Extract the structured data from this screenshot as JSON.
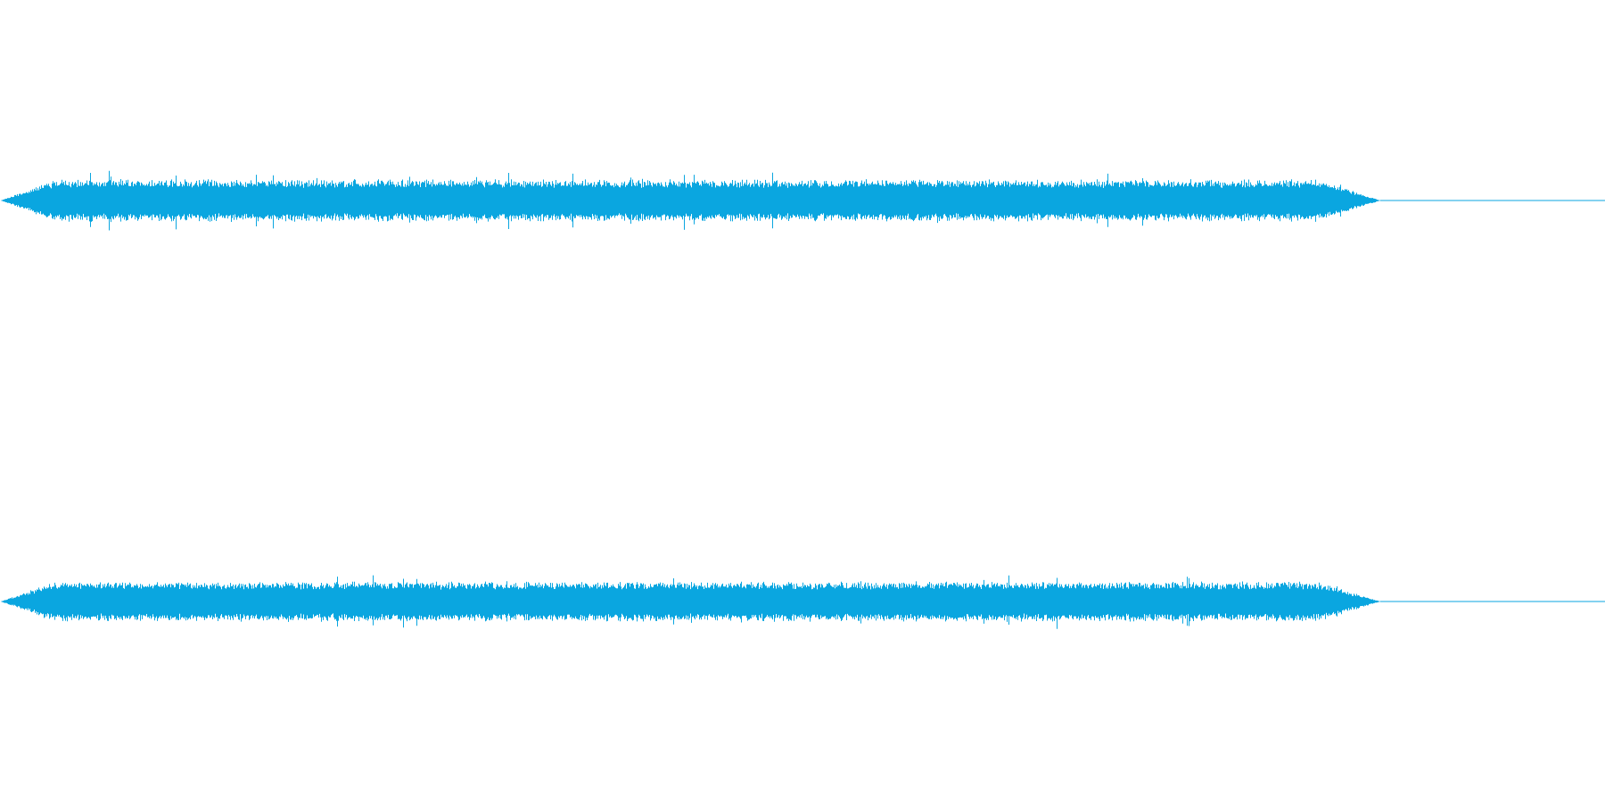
{
  "waveform": {
    "color": "#0aa6e0",
    "background": "#ffffff",
    "channels": [
      {
        "id": "left",
        "envelope_level": 0.55
      },
      {
        "id": "right",
        "envelope_level": 0.52
      }
    ],
    "audio_extent_fraction": 0.86
  }
}
